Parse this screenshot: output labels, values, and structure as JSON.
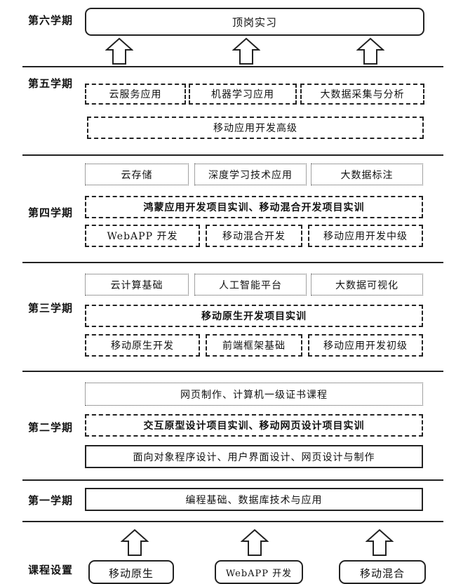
{
  "semesters": {
    "s6": "第六学期",
    "s5": "第五学期",
    "s4": "第四学期",
    "s3": "第三学期",
    "s2": "第二学期",
    "s1": "第一学期",
    "courses": "课程设置"
  },
  "s6": {
    "internship": "顶岗实习"
  },
  "s5": {
    "cloud_service": "云服务应用",
    "machine_learning": "机器学习应用",
    "big_data_collect": "大数据采集与分析",
    "mobile_advanced": "移动应用开发高级"
  },
  "s4": {
    "cloud_storage": "云存储",
    "deep_learning": "深度学习技术应用",
    "big_data_label": "大数据标注",
    "hongmeng_training": "鸿蒙应用开发项目实训、移动混合开发项目实训",
    "webapp_dev": "WebAPP 开发",
    "mobile_hybrid": "移动混合开发",
    "mobile_intermediate": "移动应用开发中级"
  },
  "s3": {
    "cloud_computing": "云计算基础",
    "ai_platform": "人工智能平台",
    "big_data_vis": "大数据可视化",
    "native_training": "移动原生开发项目实训",
    "native_dev": "移动原生开发",
    "frontend_framework": "前端框架基础",
    "mobile_beginner": "移动应用开发初级"
  },
  "s2": {
    "web_cert": "网页制作、计算机一级证书课程",
    "prototype_training": "交互原型设计项目实训、移动网页设计项目实训",
    "oop_ui_web": "面向对象程序设计、用户界面设计、网页设计与制作"
  },
  "s1": {
    "programming_db": "编程基础、数据库技术与应用"
  },
  "tracks": {
    "native": "移动原生",
    "webapp": "WebAPP 开发",
    "hybrid": "移动混合"
  },
  "colors": {
    "line": "#222222",
    "background": "#ffffff"
  },
  "icons": {
    "arrow": "up-arrow-outline-icon"
  }
}
